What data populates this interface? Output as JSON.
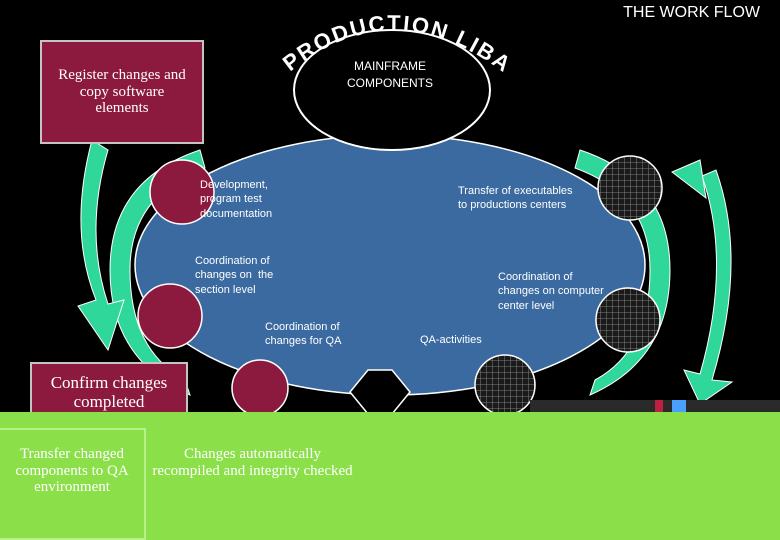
{
  "header": {
    "title": "THE WORK FLOW"
  },
  "arc_title": "PRODUCTION LIBARY",
  "mainframe": {
    "line1": "MAINFRAME",
    "line2": "COMPONENTS"
  },
  "boxes": {
    "register": "Register changes and copy software elements",
    "confirm": "Confirm changes completed",
    "transfer": "Transfer changed components to QA environment",
    "recompile": "Changes automatically recompiled and integrity checked"
  },
  "steps": {
    "development": [
      "Development,",
      "program test",
      "documentation"
    ],
    "transfer_exec": [
      "Transfer of executables",
      "to productions centers"
    ],
    "coord_section": [
      "Coordination of",
      "changes on  the",
      "section level"
    ],
    "coord_center": [
      "Coordination of",
      "changes on computer",
      "center level"
    ],
    "coord_qa": [
      "Coordination of",
      "changes for QA"
    ],
    "qa": [
      "QA-activities"
    ]
  },
  "colors": {
    "background": "#000000",
    "ellipse": "#3a6aa0",
    "arrow_green": "#2fd89a",
    "maroon": "#8c1a3f",
    "band_green": "#8be04a",
    "text": "#ffffff"
  }
}
